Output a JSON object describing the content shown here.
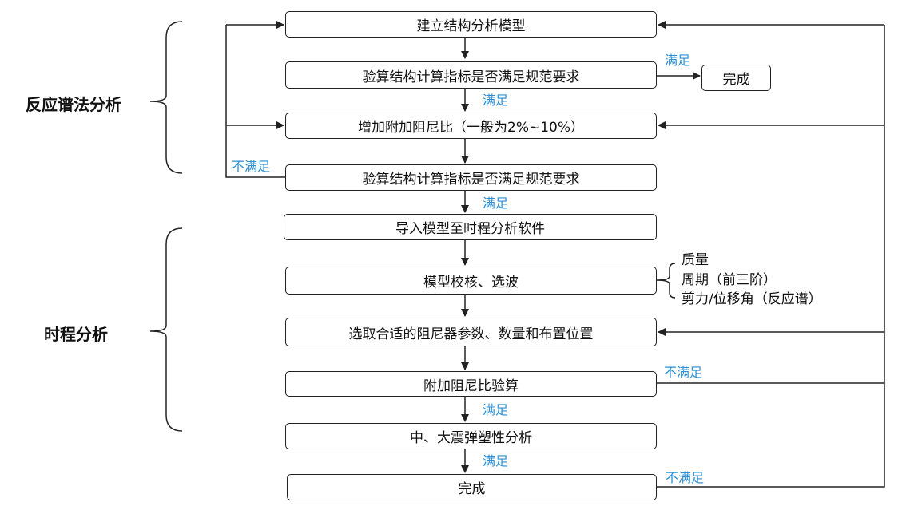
{
  "sections": {
    "response_spectrum": "反应谱法分析",
    "time_history": "时程分析"
  },
  "boxes": {
    "build_model": "建立结构分析模型",
    "check_indices_1": "验算结构计算指标是否满足规范要求",
    "done_top": "完成",
    "add_damping": "增加附加阻尼比（一般为2%~10%）",
    "check_indices_2": "验算结构计算指标是否满足规范要求",
    "import_model": "导入模型至时程分析软件",
    "model_check": "模型校核、选波",
    "select_dampers": "选取合适的阻尼器参数、数量和布置位置",
    "damping_check": "附加阻尼比验算",
    "plastic_analysis": "中、大震弹塑性分析",
    "done_bottom": "完成"
  },
  "calibration_items": [
    "质量",
    "周期（前三阶）",
    "剪力/位移角（反应谱）"
  ],
  "labels": {
    "satisfied": "满足",
    "not_satisfied": "不满足"
  },
  "colors": {
    "label": "#2a8fd6",
    "line": "#222222"
  }
}
